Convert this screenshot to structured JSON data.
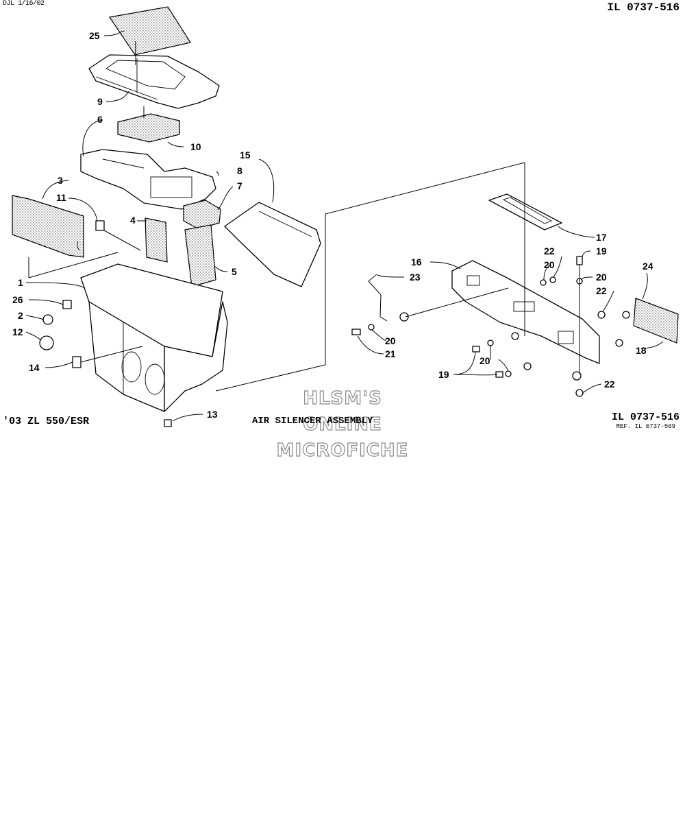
{
  "header": {
    "date_code": "DJL 1/16/02",
    "illustration_id": "IL 0737-516"
  },
  "footer": {
    "model": "'03 ZL 550/ESR",
    "title": "AIR SILENCER ASSEMBLY",
    "illustration_id": "IL 0737-516",
    "reference": "REF. IL 0737-509"
  },
  "watermark": {
    "line1": "HLSM'S",
    "line2": "ONLINE",
    "line3": "MICROFICHE"
  },
  "callouts": {
    "c1": "1",
    "c2": "2",
    "c3": "3",
    "c4": "4",
    "c5": "5",
    "c6": "6",
    "c7": "7",
    "c8": "8",
    "c9": "9",
    "c10": "10",
    "c11": "11",
    "c12": "12",
    "c13": "13",
    "c14": "14",
    "c15": "15",
    "c16": "16",
    "c17": "17",
    "c18": "18",
    "c19a": "19",
    "c19b": "19",
    "c20a": "20",
    "c20b": "20",
    "c20c": "20",
    "c20d": "20",
    "c21": "21",
    "c22a": "22",
    "c22b": "22",
    "c22c": "22",
    "c23": "23",
    "c24": "24",
    "c25": "25",
    "c26": "26"
  }
}
